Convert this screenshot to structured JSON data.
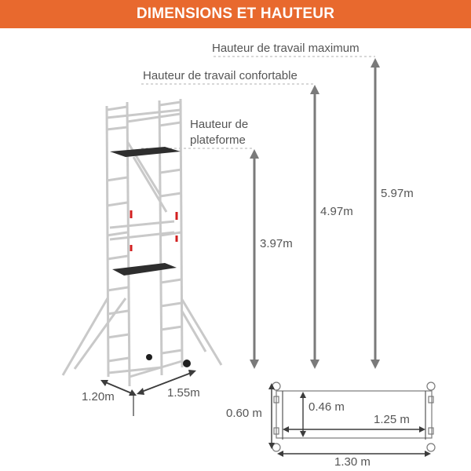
{
  "header": {
    "title": "DIMENSIONS ET HAUTEUR"
  },
  "labels": {
    "max_working_height": "Hauteur de travail maximum",
    "comfortable_working_height": "Hauteur de travail confortable",
    "platform_height_line1": "Hauteur de",
    "platform_height_line2": "plateforme"
  },
  "heights": {
    "platform": "3.97m",
    "comfortable": "4.97m",
    "maximum": "5.97m"
  },
  "footprint": {
    "width": "1.20m",
    "length": "1.55m"
  },
  "base_plan": {
    "outer_width": "0.60 m",
    "inner_width": "0.46 m",
    "inner_length": "1.25 m",
    "outer_length": "1.30 m"
  },
  "colors": {
    "banner": "#e8692e",
    "dimension": "#7a7a7a",
    "platform": "#2e2e2e",
    "marker": "#d21f1f"
  }
}
